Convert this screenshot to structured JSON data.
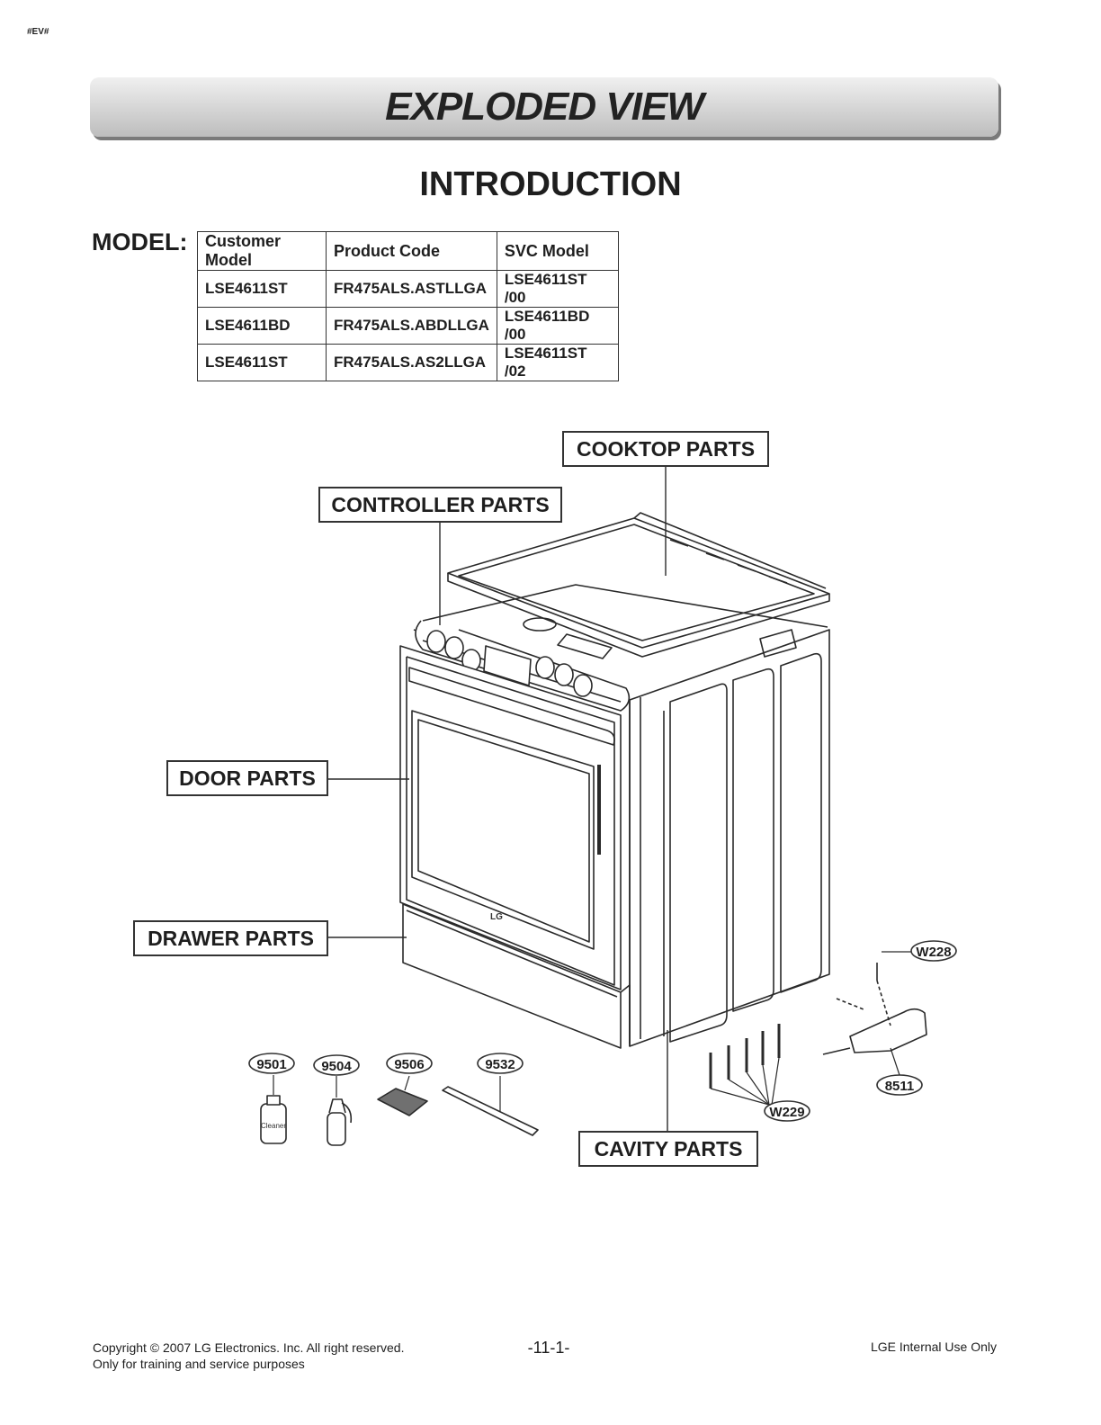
{
  "header": {
    "tag": "#EV#",
    "title": "EXPLODED VIEW",
    "subtitle": "INTRODUCTION"
  },
  "model": {
    "label": "MODEL:",
    "columns": [
      "Customer Model",
      "Product Code",
      "SVC Model"
    ],
    "rows": [
      [
        "LSE4611ST",
        "FR475ALS.ASTLLGA",
        "LSE4611ST /00"
      ],
      [
        "LSE4611BD",
        "FR475ALS.ABDLLGA",
        "LSE4611BD  /00"
      ],
      [
        "LSE4611ST",
        "FR475ALS.AS2LLGA",
        "LSE4611ST /02"
      ]
    ]
  },
  "callouts": {
    "cooktop": "COOKTOP PARTS",
    "controller": "CONTROLLER PARTS",
    "door": "DOOR PARTS",
    "drawer": "DRAWER PARTS",
    "cavity": "CAVITY PARTS"
  },
  "part_labels": {
    "p9501": "9501",
    "p9504": "9504",
    "p9506": "9506",
    "p9532": "9532",
    "w228": "W228",
    "w229": "W229",
    "p8511": "8511",
    "cleaner": "Cleaner",
    "logo": "LG"
  },
  "footer": {
    "copyright": "Copyright © 2007 LG Electronics. Inc. All right reserved.",
    "training": "Only for training and service purposes",
    "page": "-11-1-",
    "internal": "LGE Internal Use Only"
  }
}
